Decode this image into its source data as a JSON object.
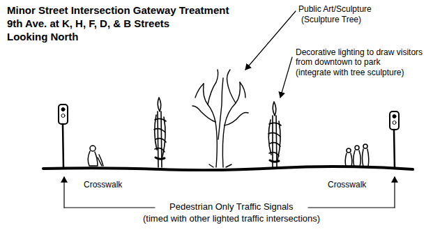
{
  "diagram": {
    "title": "Minor Street Intersection Gateway Treatment",
    "labels": [
      "9th Ave. at K, H, F, D, & B Streets",
      "Looking North",
      "Public Art/Sculpture",
      "(Sculpture Tree)",
      "Decorative lighting to draw visitors from downtown to park",
      "(integrate with tree sculpture)",
      "Crosswalk",
      "Crosswalk",
      "Pedestrian Only Traffic Signals",
      "(timed with other lighted traffic intersections)"
    ]
  }
}
